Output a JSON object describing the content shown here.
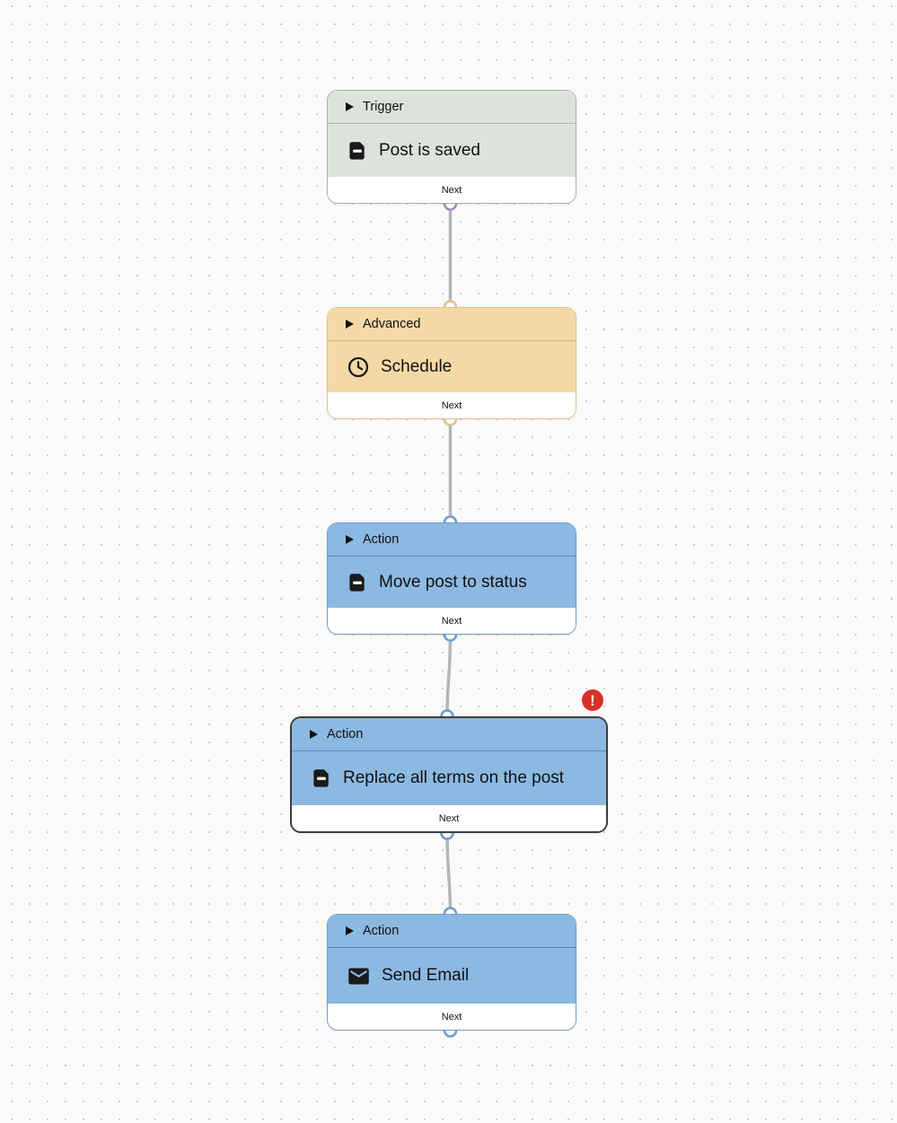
{
  "colors": {
    "canvas_bg": "#fafafa",
    "dot_color": "#cccccc",
    "trigger_bg": "#dde3dc",
    "trigger_border": "#a9b3a9",
    "trigger_divider": "#b2bcb2",
    "advanced_bg": "#f4d9a6",
    "advanced_border": "#ddc28e",
    "advanced_divider": "#d8b87e",
    "action_bg": "#8cb9e2",
    "action_border": "#6f9ecb",
    "action_divider": "#5d8cb8",
    "selected_border": "#3c3c3c",
    "connector_line": "#b5b5b5",
    "port_fill": "#ffffff",
    "port_trigger": "#ab87be",
    "error_badge_bg": "#d93025",
    "error_badge_fg": "#ffffff",
    "footer_bg": "#ffffff",
    "text": "#111111"
  },
  "error_badge": {
    "glyph": "!"
  },
  "nodes": [
    {
      "type": "trigger",
      "category": "Trigger",
      "title": "Post is saved",
      "icon": "document-icon",
      "footer_label": "Next"
    },
    {
      "type": "advanced",
      "category": "Advanced",
      "title": "Schedule",
      "icon": "clock-icon",
      "footer_label": "Next"
    },
    {
      "type": "action",
      "category": "Action",
      "title": "Move post to status",
      "icon": "document-icon",
      "footer_label": "Next"
    },
    {
      "type": "action",
      "category": "Action",
      "title": "Replace all terms on the post",
      "icon": "document-icon",
      "footer_label": "Next",
      "selected": true,
      "has_error": true
    },
    {
      "type": "action",
      "category": "Action",
      "title": "Send Email",
      "icon": "email-icon",
      "footer_label": "Next"
    }
  ]
}
